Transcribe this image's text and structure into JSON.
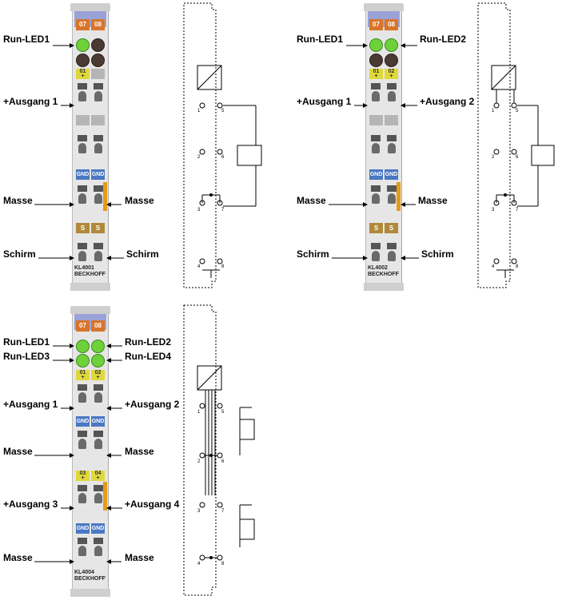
{
  "terminal_kl4001": {
    "header": [
      "07",
      "08"
    ],
    "tags": [
      "01",
      "+"
    ],
    "gnd": [
      "GND",
      "GND"
    ],
    "shield": [
      "S",
      "S"
    ],
    "model": "KL4001",
    "brand": "BECKHOFF",
    "labels": {
      "run_led1": "Run-LED1",
      "ausgang1": "+Ausgang 1",
      "masse_l": "Masse",
      "masse_r": "Masse",
      "schirm_l": "Schirm",
      "schirm_r": "Schirm"
    }
  },
  "terminal_kl4002": {
    "header": [
      "07",
      "08"
    ],
    "tags": [
      "01",
      "+",
      "02",
      "+"
    ],
    "gnd": [
      "GND",
      "GND"
    ],
    "shield": [
      "S",
      "S"
    ],
    "model": "KL4002",
    "brand": "BECKHOFF",
    "labels": {
      "run_led1": "Run-LED1",
      "run_led2": "Run-LED2",
      "ausgang1": "+Ausgang 1",
      "ausgang2": "+Ausgang 2",
      "masse_l": "Masse",
      "masse_r": "Masse",
      "schirm_l": "Schirm",
      "schirm_r": "Schirm"
    }
  },
  "terminal_kl4004": {
    "header": [
      "07",
      "08"
    ],
    "tags_a": [
      "01",
      "+",
      "02",
      "+"
    ],
    "tags_b": [
      "03",
      "+",
      "04",
      "+"
    ],
    "gnd": [
      "GND",
      "GND"
    ],
    "model": "KL4004",
    "brand": "BECKHOFF",
    "labels": {
      "run_led1": "Run-LED1",
      "run_led2": "Run-LED2",
      "run_led3": "Run-LED3",
      "run_led4": "Run-LED4",
      "ausgang1": "+Ausgang 1",
      "ausgang2": "+Ausgang 2",
      "ausgang3": "+Ausgang 3",
      "ausgang4": "+Ausgang 4",
      "masse_l1": "Masse",
      "masse_r1": "Masse",
      "masse_l2": "Masse",
      "masse_r2": "Masse"
    }
  },
  "schematic_numbers": {
    "a": [
      "1",
      "5",
      "2",
      "6",
      "3",
      "7",
      "4",
      "8"
    ],
    "b": [
      "1",
      "5",
      "2",
      "6",
      "3",
      "7",
      "4",
      "8"
    ],
    "c": [
      "1",
      "5",
      "2",
      "6",
      "3",
      "7",
      "4",
      "8"
    ]
  },
  "colors": {
    "led_on": "#6ed13a",
    "led_off": "#4a3a33",
    "header": "#9aa2d8",
    "orange": "#d8752b",
    "gnd_tag": "#4a78c2",
    "shield_tag": "#b08a3a",
    "output_tag": "#e0d83a",
    "side_strip": "#e59a1a"
  }
}
